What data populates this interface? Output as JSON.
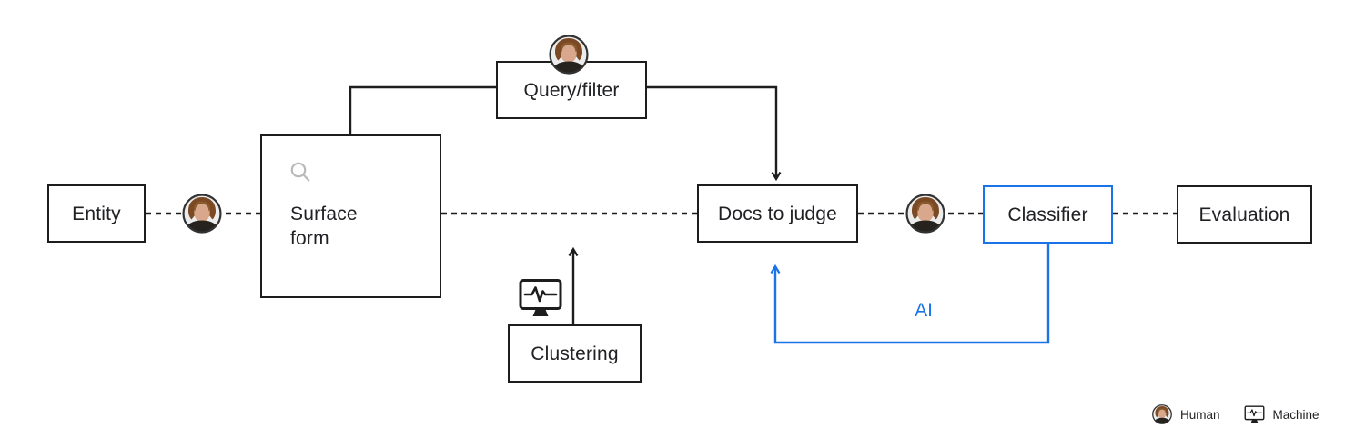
{
  "nodes": {
    "entity": "Entity",
    "surface_form": "Surface form",
    "query_filter": "Query/filter",
    "docs_to_judge": "Docs to judge",
    "classifier": "Classifier",
    "evaluation": "Evaluation",
    "clustering": "Clustering"
  },
  "edge_labels": {
    "ai": "AI"
  },
  "legend": {
    "human": "Human",
    "machine": "Machine"
  },
  "colors": {
    "accent": "#1a73e8",
    "stroke": "#1d1d1d",
    "text": "#202124",
    "muted-icon": "#b9b9b9",
    "canvas-bg": "#ffffff"
  },
  "icons": {
    "surface_form_icon": "search-icon",
    "clustering_icon": "machine-icon",
    "legend_human_icon": "human-avatar-icon",
    "legend_machine_icon": "machine-icon"
  }
}
